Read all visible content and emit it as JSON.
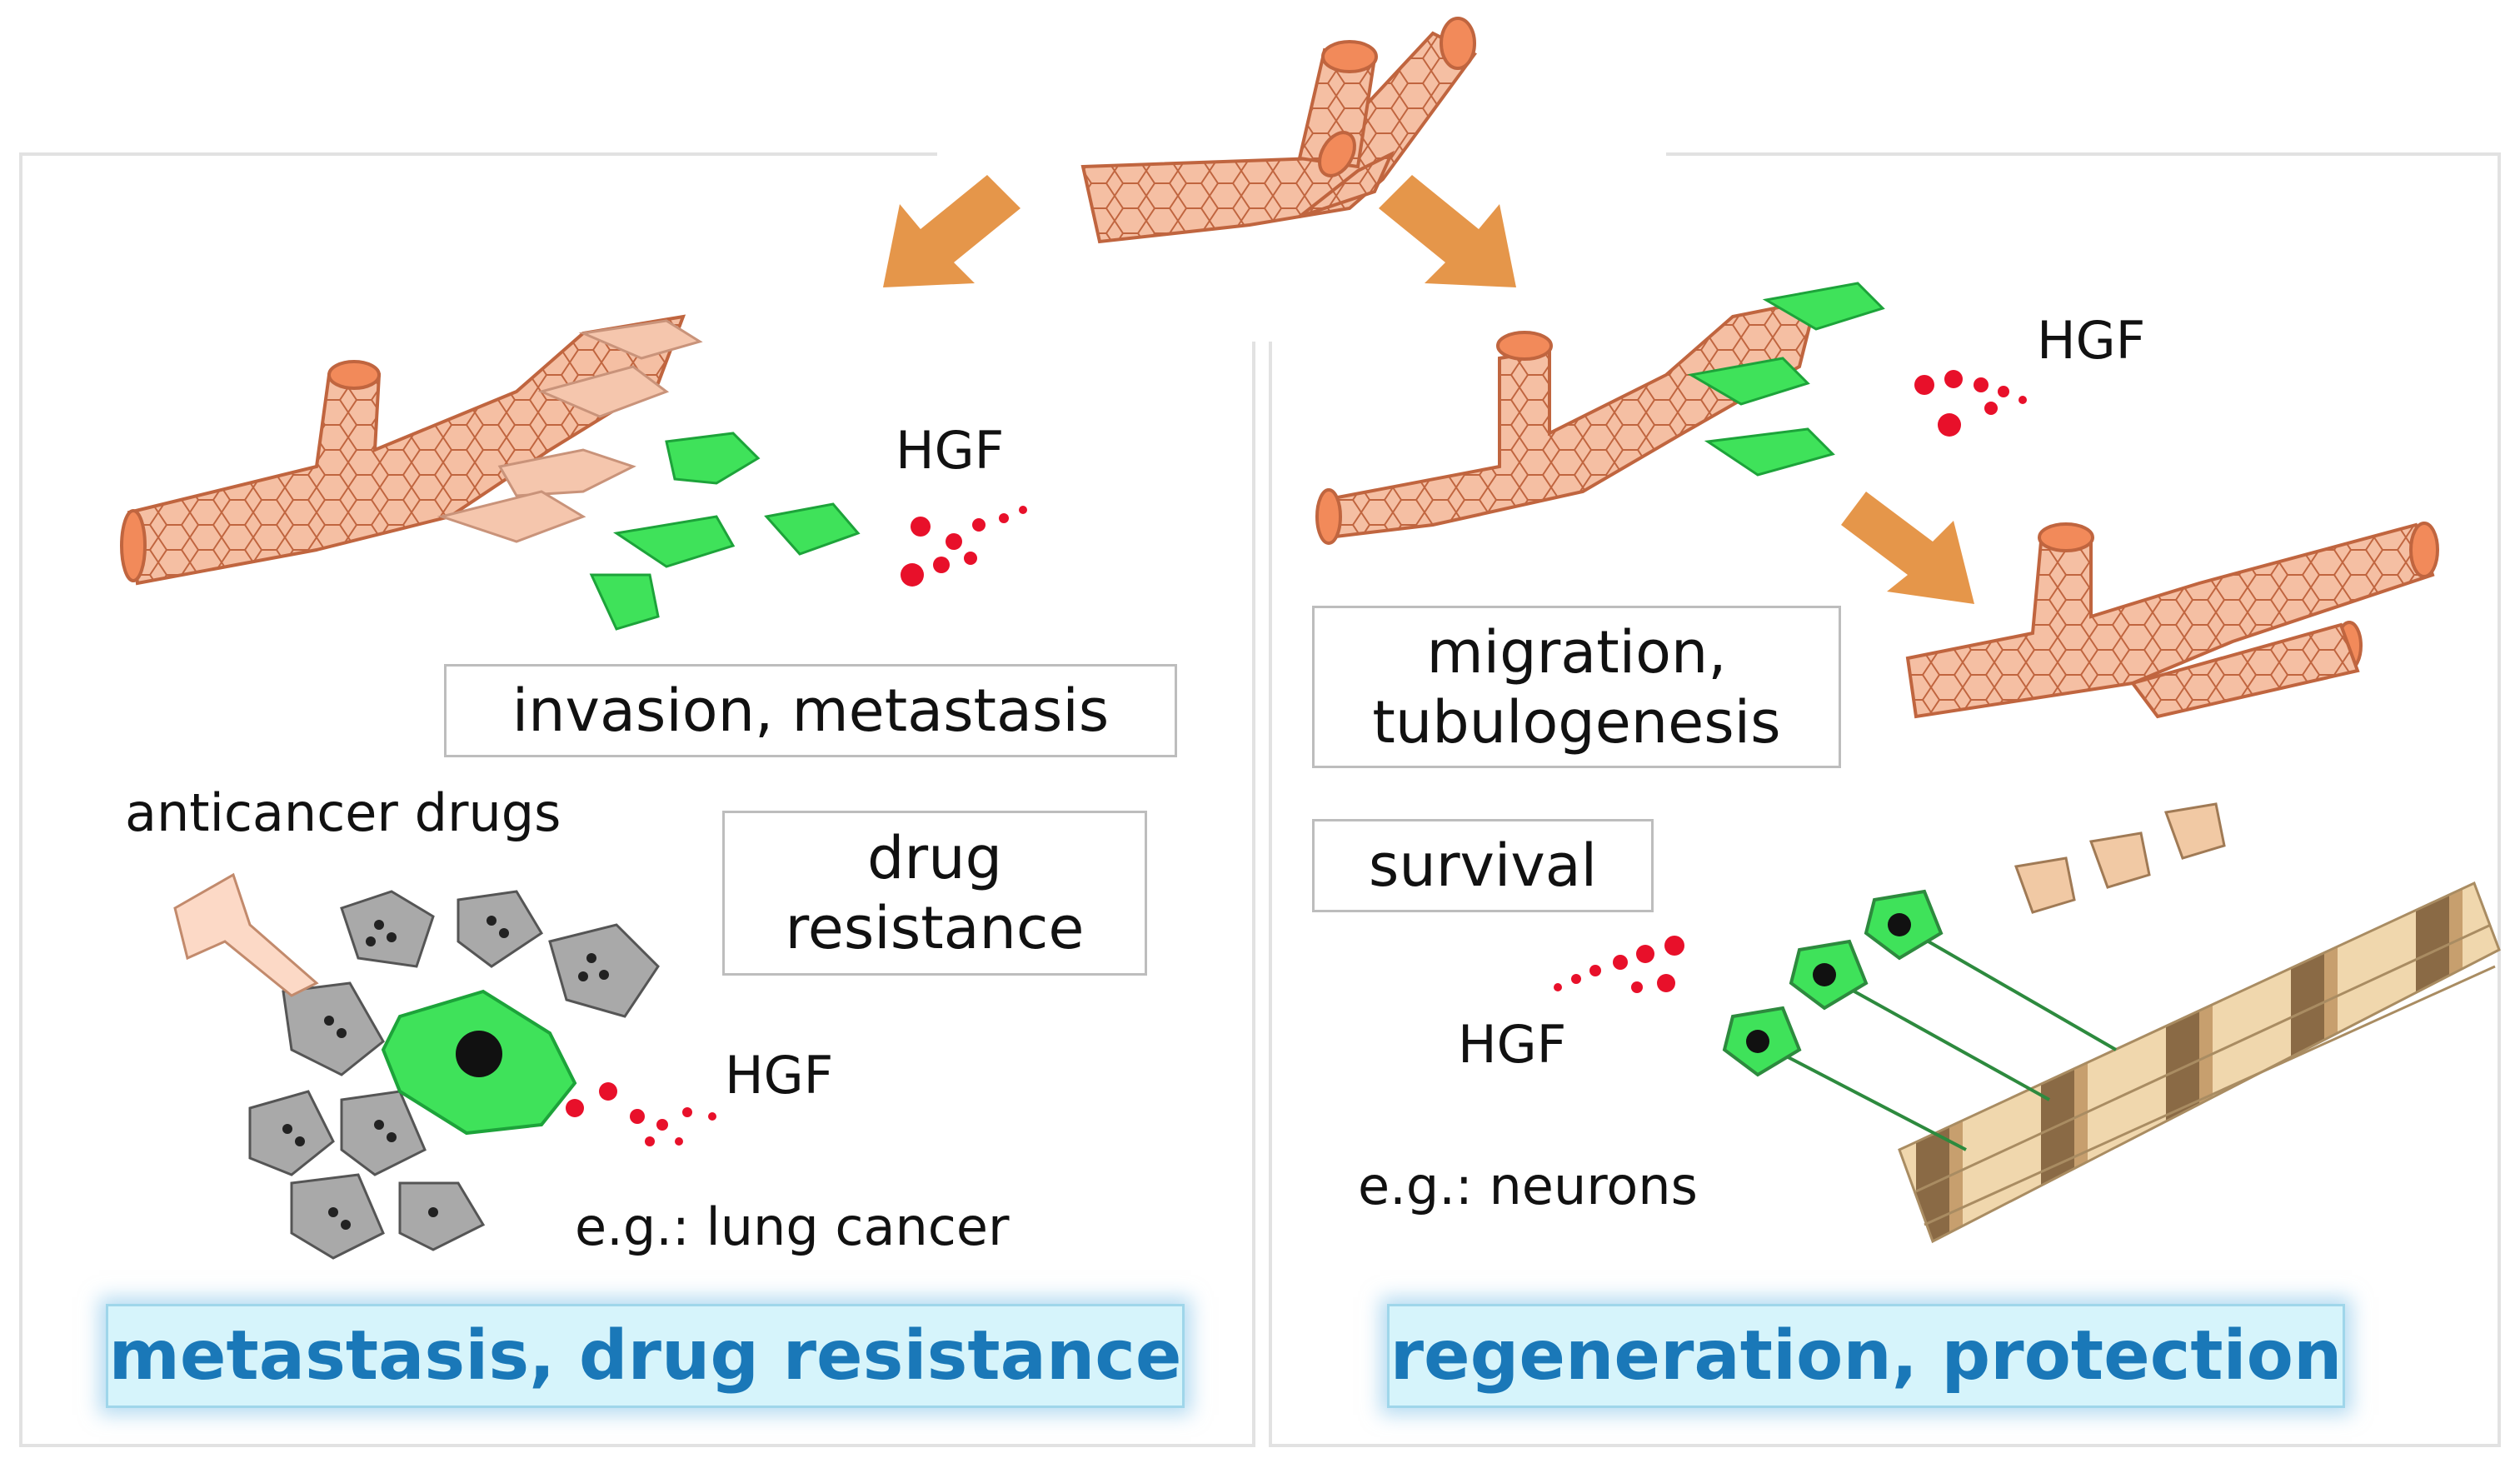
{
  "left": {
    "hgf_top": "HGF",
    "invasion_box": "invasion, metastasis",
    "anticancer_label": "anticancer drugs",
    "drug_box_line1": "drug",
    "drug_box_line2": "resistance",
    "hgf_bottom": "HGF",
    "example": "e.g.: lung cancer",
    "banner": "metastasis, drug resistance"
  },
  "right": {
    "hgf_top": "HGF",
    "migration_box_line1": "migration,",
    "migration_box_line2": "tubulogenesis",
    "survival_box": "survival",
    "hgf_bottom": "HGF",
    "example": "e.g.: neurons",
    "banner": "regeneration, protection"
  },
  "colors": {
    "vessel": "#f2b79a",
    "vessel_stroke": "#c0653f",
    "green_cell": "#3fe25a",
    "hgf_dot": "#e8102a",
    "arrow": "#e5964a",
    "gray_cell": "#a9a9a9",
    "banner_text": "#1a78b8",
    "banner_bg": "#d6f4fb"
  },
  "icons": [
    "blood-vessel-icon",
    "arrow-icon",
    "green-cell-icon",
    "cancer-cell-icon",
    "lightning-icon",
    "neuron-icon",
    "muscle-fiber-icon",
    "hgf-dots-icon"
  ]
}
